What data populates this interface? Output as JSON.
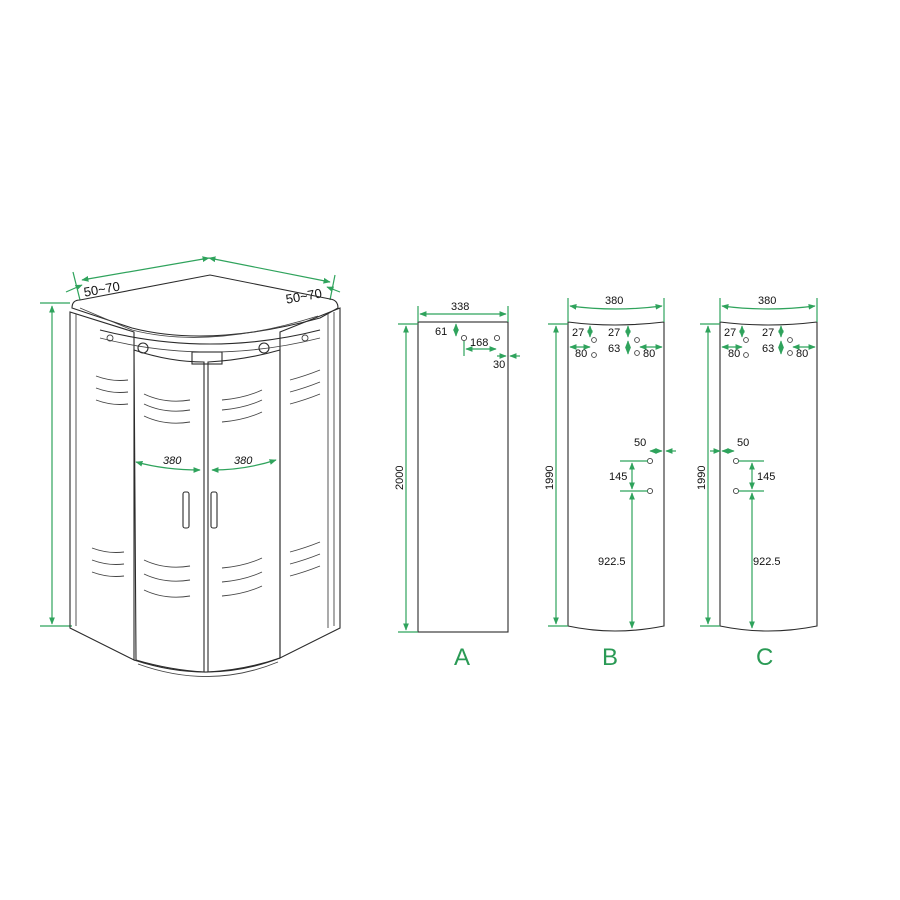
{
  "overview": {
    "left_offset_label": "50~70",
    "right_offset_label": "50~70",
    "door_left_width": "380",
    "door_right_width": "380"
  },
  "panels": [
    {
      "letter": "A",
      "width": "338",
      "height": "2000",
      "holes": {
        "top": "61",
        "horizontal": "168",
        "edge": "30"
      }
    },
    {
      "letter": "B",
      "width": "380",
      "height": "1990",
      "top_holes": {
        "left_top": "27",
        "left_side": "80",
        "right_top": "27",
        "right_gap": "63",
        "right_side": "80"
      },
      "mid_holes": {
        "edge": "50",
        "spacing": "145",
        "bottom": "922.5"
      }
    },
    {
      "letter": "C",
      "width": "380",
      "height": "1990",
      "top_holes": {
        "left_top": "27",
        "left_side": "80",
        "right_top": "27",
        "right_gap": "63",
        "right_side": "80"
      },
      "mid_holes": {
        "edge": "50",
        "spacing": "145",
        "bottom": "922.5"
      }
    }
  ],
  "colors": {
    "dimension": "#2fa35c",
    "outline": "#2b2b2b"
  }
}
